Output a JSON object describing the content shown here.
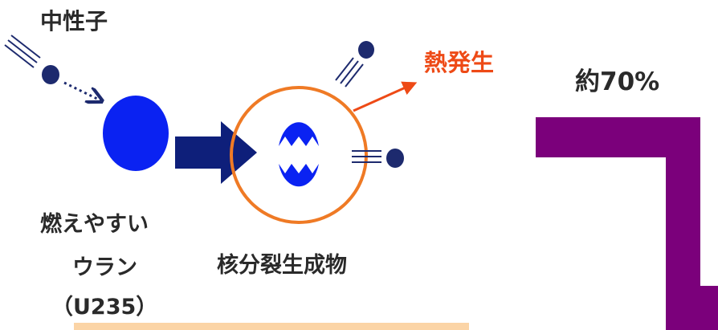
{
  "labels": {
    "neutron": "中性子",
    "heat": "熱発生",
    "percent": "約70%",
    "uranium_line1": "燃えやすい",
    "uranium_line2": "ウラン",
    "uranium_line3": "（U235）",
    "fission_products": "核分裂生成物"
  },
  "colors": {
    "nucleus": "#0a22f2",
    "neutron": "#1d2a6e",
    "arrow": "#0e1f7a",
    "circle": "#ef7a25",
    "heat": "#ee4a16",
    "purple": "#7b007b",
    "bar": "#fbd4a6",
    "text": "#2a2a2a"
  }
}
